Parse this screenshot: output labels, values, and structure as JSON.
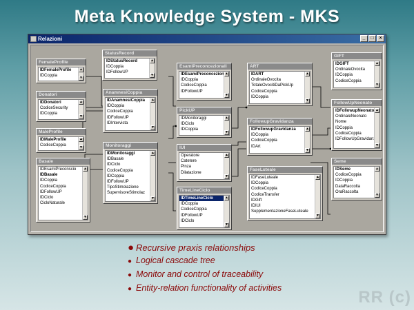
{
  "slide": {
    "title": "Meta Knowledge System - MKS",
    "watermark": "RR (c)"
  },
  "window": {
    "title": "Relazioni",
    "buttons": {
      "minimize": "_",
      "maximize": "□",
      "close": "×"
    }
  },
  "tables": [
    {
      "id": "FemaleProfile",
      "title": "FemaleProfile",
      "fields": [
        {
          "name": "IDFemaleProfile",
          "pk": true
        },
        {
          "name": "IDCoppia"
        }
      ]
    },
    {
      "id": "Donatori",
      "title": "Donatori",
      "fields": [
        {
          "name": "IDDonatori",
          "pk": true
        },
        {
          "name": "CodiceSecurity"
        },
        {
          "name": "IDCoppia"
        }
      ]
    },
    {
      "id": "MaleProfile",
      "title": "MaleProfile",
      "fields": [
        {
          "name": "IDMaleProfile",
          "pk": true
        },
        {
          "name": "CodiceCoppia"
        }
      ]
    },
    {
      "id": "Basale",
      "title": "Basale",
      "fields": [
        {
          "name": "IDEsamiPreconscio"
        },
        {
          "name": "IDBasale",
          "pk": true
        },
        {
          "name": "IDCoppia"
        },
        {
          "name": "CodiceCoppia"
        },
        {
          "name": "IDFollowUP"
        },
        {
          "name": "IDCiclo"
        },
        {
          "name": "CicloNaturale"
        }
      ]
    },
    {
      "id": "StatusRecord",
      "title": "StatusRecord",
      "fields": [
        {
          "name": "IDStatusRecord",
          "pk": true
        },
        {
          "name": "IDCoppia"
        },
        {
          "name": "IDFollowUP"
        }
      ]
    },
    {
      "id": "AnamnesiCoppia",
      "title": "AnamnesiCoppia",
      "fields": [
        {
          "name": "IDAnamnesiCoppia",
          "pk": true
        },
        {
          "name": "IDCoppia"
        },
        {
          "name": "CodiceCoppia"
        },
        {
          "name": "IDFollowUP"
        },
        {
          "name": "IDIntervista"
        }
      ]
    },
    {
      "id": "Monitoraggi",
      "title": "Monitoraggi",
      "fields": [
        {
          "name": "IDMonitoraggi",
          "pk": true
        },
        {
          "name": "IDBasale"
        },
        {
          "name": "IDCiclo"
        },
        {
          "name": "CodiceCoppia"
        },
        {
          "name": "IDCoppia"
        },
        {
          "name": "IDFollowUP"
        },
        {
          "name": "TipoStimolazione"
        },
        {
          "name": "SupervisoreStimolaz"
        }
      ]
    },
    {
      "id": "EsamiPreconcezionali",
      "title": "EsamiPreconcezionali",
      "fields": [
        {
          "name": "IDEsamiPreconcezional",
          "pk": true
        },
        {
          "name": "IDCoppia"
        },
        {
          "name": "CodiceCoppia"
        },
        {
          "name": "IDFollowUP"
        }
      ]
    },
    {
      "id": "PickUP",
      "title": "PickUP",
      "fields": [
        {
          "name": "IDMonitoraggi"
        },
        {
          "name": "IDCiclo"
        },
        {
          "name": "IDCoppia"
        }
      ]
    },
    {
      "id": "IUI",
      "title": "IUI",
      "fields": [
        {
          "name": "Operatore"
        },
        {
          "name": "Catetere"
        },
        {
          "name": "Pinza"
        },
        {
          "name": "Dilatazione"
        }
      ]
    },
    {
      "id": "TimeLineCiclo",
      "title": "TimeLineCiclo",
      "fields": [
        {
          "name": "IDTimeLineCiclo",
          "pk": true,
          "selected": true
        },
        {
          "name": "IDCoppia"
        },
        {
          "name": "CodiceCoppia"
        },
        {
          "name": "IDFollowUP"
        },
        {
          "name": "IDCiclo"
        }
      ]
    },
    {
      "id": "ART",
      "title": "ART",
      "fields": [
        {
          "name": "IDART",
          "pk": true
        },
        {
          "name": "OrdinaleOvocita"
        },
        {
          "name": "TotaleOvocitiDaPickUp"
        },
        {
          "name": "CodiceCoppia"
        },
        {
          "name": "IDCoppia"
        }
      ]
    },
    {
      "id": "FollowupGravidanza",
      "title": "FollowupGravidanza",
      "fields": [
        {
          "name": "IDFollowupGravidanza",
          "pk": true
        },
        {
          "name": "IDCoppia"
        },
        {
          "name": "CodiceCoppia"
        },
        {
          "name": "IDArt"
        }
      ]
    },
    {
      "id": "FaseLuteale",
      "title": "FaseLuteale",
      "fields": [
        {
          "name": "IDFaseLuteale"
        },
        {
          "name": "IDCoppia"
        },
        {
          "name": "CodiceCoppia"
        },
        {
          "name": "CodiceTransfer"
        },
        {
          "name": "IDGift"
        },
        {
          "name": "IDIUI"
        },
        {
          "name": "SupplementazioneFaseLuteale"
        }
      ]
    },
    {
      "id": "GIFT",
      "title": "GIFT",
      "fields": [
        {
          "name": "IDGIFT",
          "pk": true
        },
        {
          "name": "OrdinaleOvocita"
        },
        {
          "name": "IDCoppia"
        },
        {
          "name": "CodiceCoppia"
        }
      ]
    },
    {
      "id": "FollowUpNeonato",
      "title": "FollowUpNeonato",
      "fields": [
        {
          "name": "IDFollowupNeonato",
          "pk": true
        },
        {
          "name": "OrdinaleNeonato"
        },
        {
          "name": "Nome"
        },
        {
          "name": "IDCoppia"
        },
        {
          "name": "CodiceCoppia"
        },
        {
          "name": "IDFollowUpGravidanza"
        }
      ]
    },
    {
      "id": "Seme",
      "title": "Seme",
      "fields": [
        {
          "name": "IDSeme",
          "pk": true
        },
        {
          "name": "CodiceCoppia"
        },
        {
          "name": "IDCoppia"
        },
        {
          "name": "DataRaccolta"
        },
        {
          "name": "OraRaccolta"
        }
      ]
    }
  ],
  "bullets": [
    "Recursive praxis relationships",
    "Logical cascade tree",
    "Monitor and control of traceability",
    "Entity-relation functionality of activities"
  ],
  "colors": {
    "title_text": "#ffffff",
    "bullet_text": "#8b0a0a",
    "window_title_bar": "#0a246a",
    "selected_field": "#0a246a",
    "table_header": "#8a8a8a"
  }
}
